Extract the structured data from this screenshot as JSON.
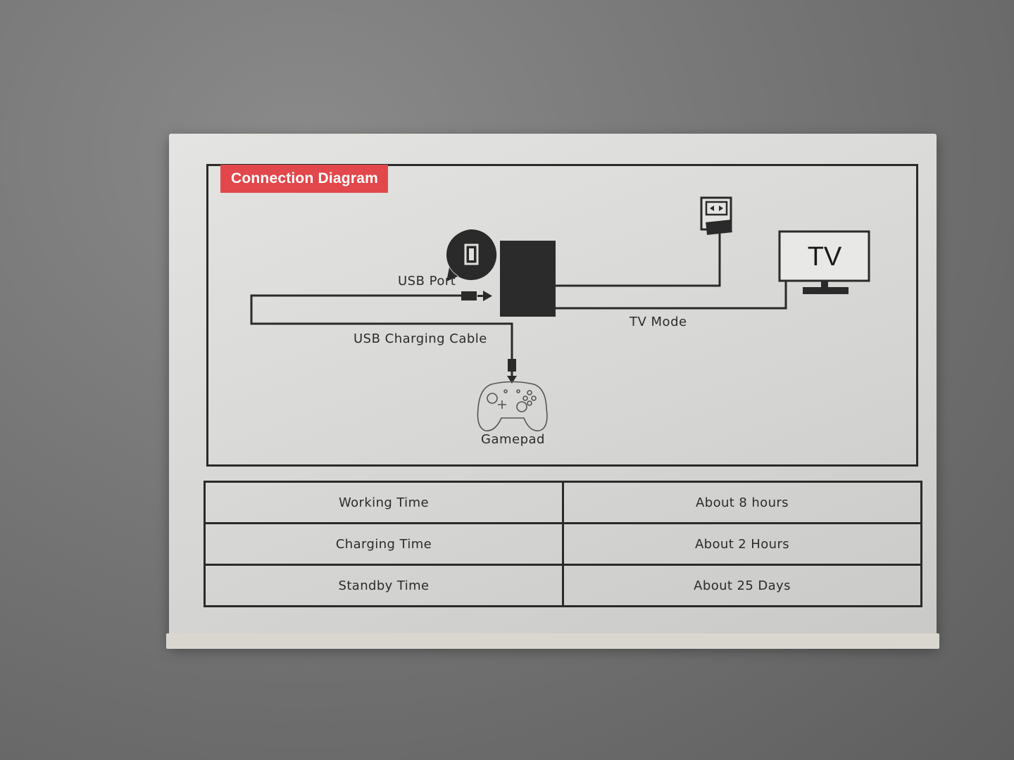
{
  "diagram": {
    "title": "Connection Diagram",
    "labels": {
      "usb_port": "USB Port",
      "usb_charging_cable": "USB Charging Cable",
      "tv_mode": "TV Mode",
      "gamepad": "Gamepad",
      "tv": "TV"
    },
    "colors": {
      "title_background": "#e2474b",
      "line": "#2a2a2a",
      "dock": "#2b2b2b"
    },
    "icons": [
      "usb-port-icon",
      "dock-icon",
      "power-adapter-icon",
      "tv-icon",
      "gamepad-icon"
    ]
  },
  "spec_table": {
    "rows": [
      {
        "label": "Working Time",
        "value": "About 8 hours"
      },
      {
        "label": "Charging Time",
        "value": "About 2 Hours"
      },
      {
        "label": "Standby Time",
        "value": "About 25 Days"
      }
    ]
  }
}
